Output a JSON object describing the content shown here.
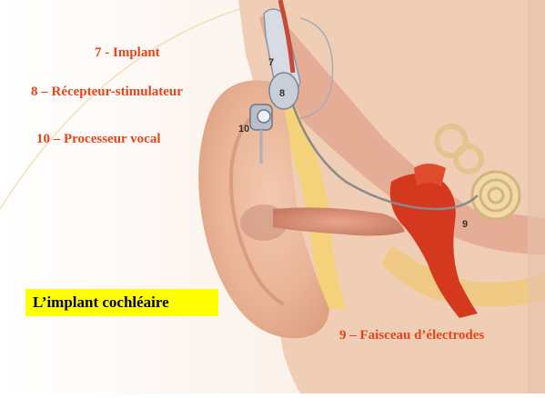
{
  "labels": {
    "implant": "7 - Implant",
    "receiver": "8 – Récepteur-stimulateur",
    "processor": "10 – Processeur vocal",
    "electrodes": "9 – Faisceau d’électrodes"
  },
  "markers": {
    "m7": "7",
    "m8": "8",
    "m10": "10",
    "m9": "9"
  },
  "title": "L’implant cochléaire",
  "colors": {
    "label_red": "#e8441a",
    "title_highlight": "#ffff00"
  }
}
